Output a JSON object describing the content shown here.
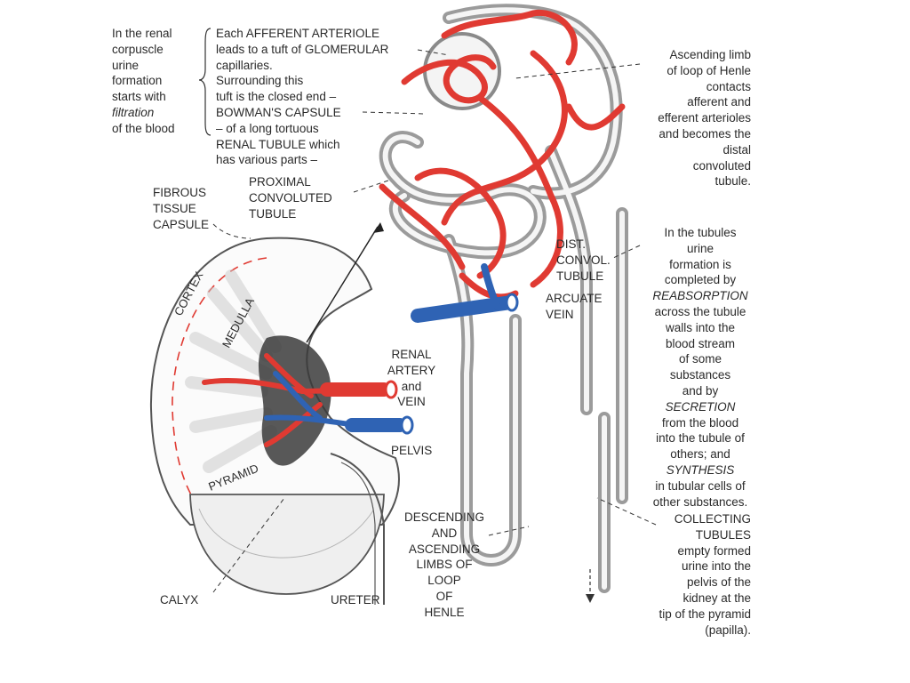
{
  "title_block": {
    "lines": [
      "In the renal",
      "corpuscle",
      "urine",
      "formation",
      "starts with",
      "filtration",
      "of the blood"
    ]
  },
  "glomerulus_note": {
    "lines": [
      "Each AFFERENT ARTERIOLE",
      "leads to a tuft of GLOMERULAR",
      "capillaries.",
      "Surrounding this",
      "tuft is the closed end –",
      "BOWMAN'S CAPSULE",
      "– of a long tortuous",
      "RENAL TUBULE which",
      "has various parts –"
    ]
  },
  "proximal_label": {
    "lines": [
      "PROXIMAL",
      "CONVOLUTED",
      "TUBULE"
    ]
  },
  "fibrous_label": {
    "lines": [
      "FIBROUS",
      "TISSUE",
      "CAPSULE"
    ]
  },
  "henle_note": {
    "lines": [
      "Ascending limb",
      "of loop of Henle",
      "contacts",
      "afferent and",
      "efferent arterioles",
      "and becomes the",
      "distal",
      "convoluted",
      "tubule."
    ]
  },
  "tubules_note": {
    "lines": [
      "In the tubules",
      "urine",
      "formation is",
      "completed by",
      "REABSORPTION",
      "across the tubule",
      "walls into the",
      "blood stream",
      "of some",
      "substances",
      "and by",
      "SECRETION",
      "from the blood",
      "into the tubule of",
      "others; and",
      "SYNTHESIS",
      "in tubular cells of",
      "other substances."
    ]
  },
  "collecting_note": {
    "lines": [
      "COLLECTING",
      "TUBULES",
      "empty formed",
      "urine into the",
      "pelvis of the",
      "kidney at the",
      "tip of the pyramid",
      "(papilla)."
    ]
  },
  "dist_label": {
    "lines": [
      "DIST.",
      "CONVOL.",
      "TUBULE"
    ]
  },
  "arcuate_label": {
    "lines": [
      "ARCUATE",
      "VEIN"
    ]
  },
  "renal_artery_label": {
    "lines": [
      "RENAL",
      "ARTERY",
      "and",
      "VEIN"
    ]
  },
  "pelvis_label": "PELVIS",
  "descending_label": {
    "lines": [
      "DESCENDING",
      "AND",
      "ASCENDING",
      "LIMBS OF",
      "LOOP",
      "OF",
      "HENLE"
    ]
  },
  "calyx_label": "CALYX",
  "ureter_label": "URETER",
  "kidney_labels": {
    "cortex": "CORTEX",
    "medulla": "MEDULLA",
    "pyramid": "PYRAMID"
  },
  "colors": {
    "artery": "#e03a32",
    "vein": "#2f63b4",
    "tubule": "#8a8a8a",
    "ink": "#2a2a2a"
  }
}
